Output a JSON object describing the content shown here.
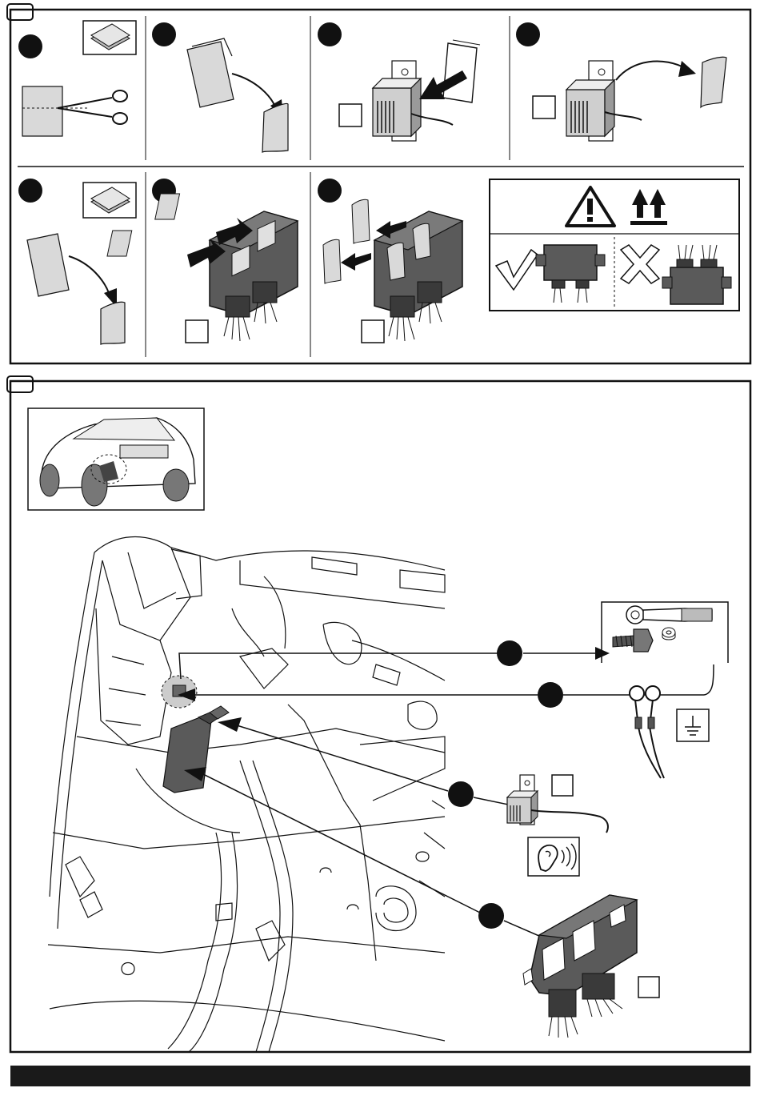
{
  "sections": [
    {
      "name": "section-top",
      "step_count": 7
    },
    {
      "name": "section-bottom",
      "step_count": 4
    }
  ],
  "colors": {
    "line": "#111111",
    "module_fill": "#5a5a5a",
    "module_dark": "#3a3a3a",
    "paper_fill": "#d9d9d9",
    "footer": "#1a1a1a"
  },
  "icons": [
    "scissors-icon",
    "adhesive-pad-icon",
    "warning-triangle-icon",
    "this-side-up-icon",
    "check-mark-icon",
    "cross-mark-icon",
    "ground-symbol-icon",
    "ear-sound-icon",
    "ratchet-wrench-icon",
    "bolt-icon",
    "nut-icon",
    "ring-terminal-icon",
    "buzzer-icon",
    "control-module-icon",
    "vehicle-icon"
  ]
}
